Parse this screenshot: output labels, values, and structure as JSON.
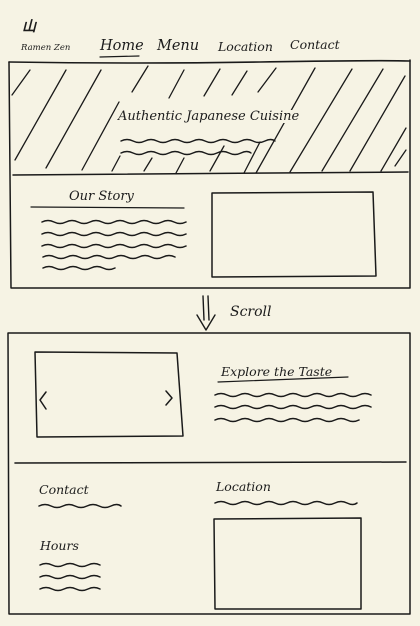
{
  "header": {
    "logo_mark": "山",
    "logo_text": "Ramen Zen",
    "nav": {
      "home": "Home",
      "menu": "Menu",
      "location": "Location",
      "contact": "Contact"
    }
  },
  "hero": {
    "title": "Authentic Japanese Cuisine"
  },
  "story": {
    "title": "Our Story"
  },
  "scroll_hint": {
    "label": "Scroll"
  },
  "explore": {
    "title": "Explore the Taste"
  },
  "footer": {
    "contact_title": "Contact",
    "location_title": "Location",
    "hours_title": "Hours"
  }
}
